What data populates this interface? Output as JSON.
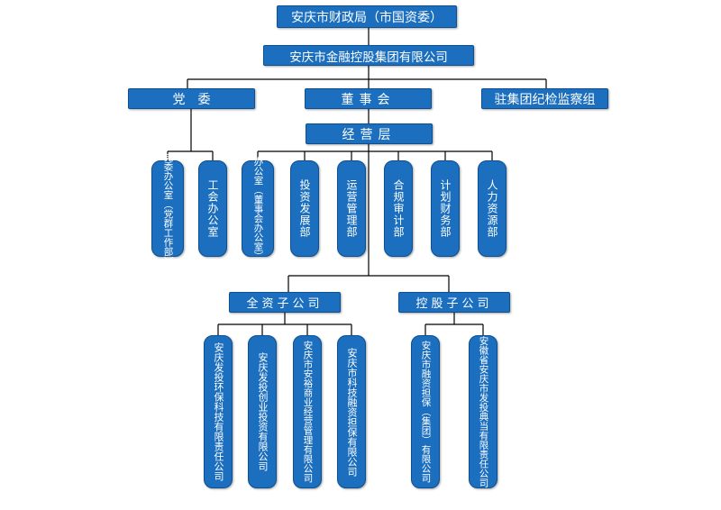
{
  "colors": {
    "box_fill": "#1b6fbe",
    "box_text": "#ffffff",
    "connector": "#000000"
  },
  "top": {
    "finance_bureau": "安庆市财政局（市国资委）",
    "group": "安庆市金融控股集团有限公司"
  },
  "level2": {
    "party_committee": "党　委",
    "board": "董事会",
    "discipline": "驻集团纪检监察组"
  },
  "management": "经营层",
  "departments": [
    "党委办公室（党群工作部）",
    "工会办公室",
    "办公室（董事会办公室）",
    "投资发展部",
    "运营管理部",
    "合规审计部",
    "计划财务部",
    "人力资源部"
  ],
  "wholly_owned": {
    "label": "全资子公司",
    "companies": [
      "安庆发投环保科技有限责任公司",
      "安庆发投创业投资有限公司",
      "安庆市安裕商业经营管理有限公司",
      "安庆市科技融资担保有限公司"
    ]
  },
  "holding": {
    "label": "控股子公司",
    "companies": [
      "安庆市融资担保（集团）有限公司",
      "安徽省安庆市发投典当有限责任公司"
    ]
  }
}
